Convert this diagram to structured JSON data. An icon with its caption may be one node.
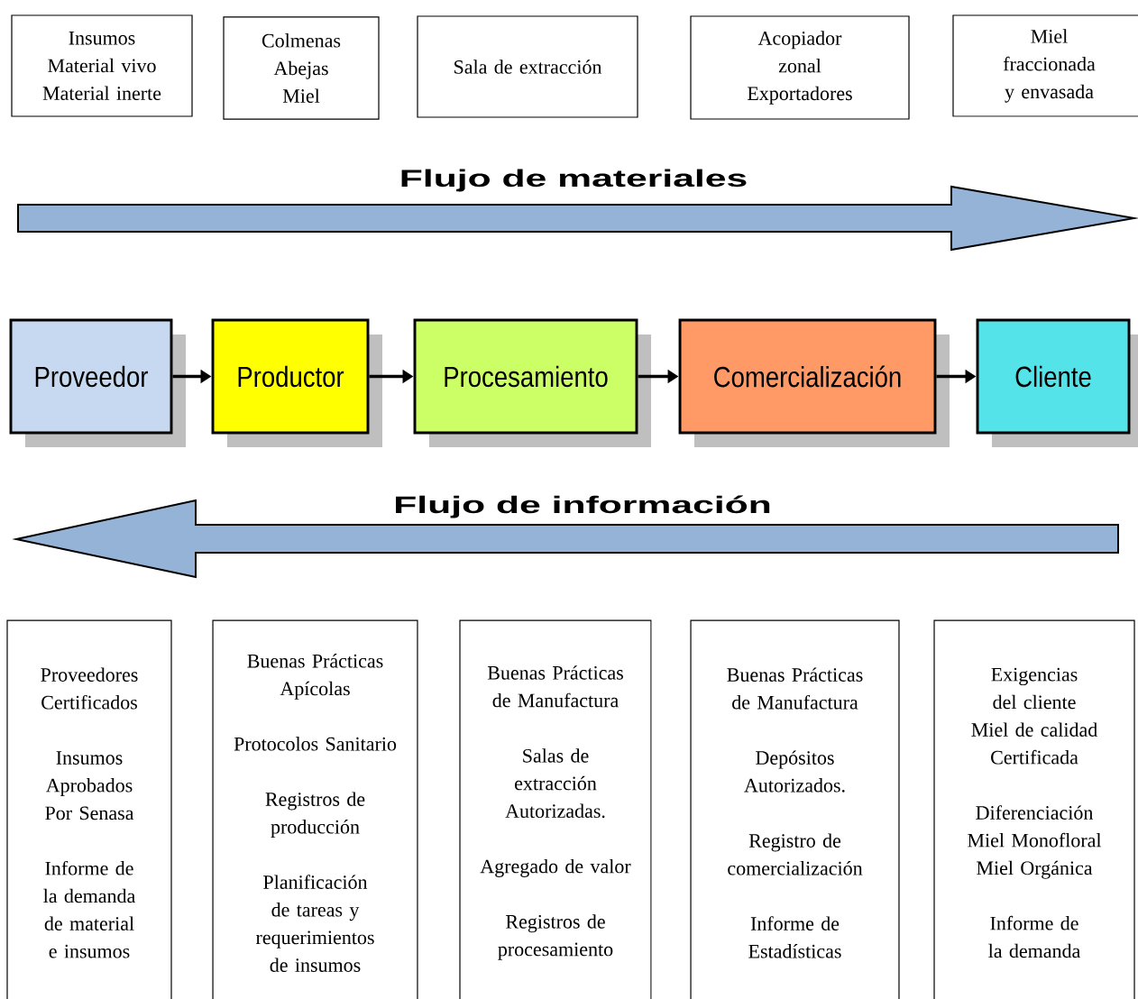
{
  "diagram": {
    "nodes": [
      {
        "text": [
          "Insumos",
          "Material vivo",
          "Material inerte"
        ]
      },
      {
        "text": [
          "Colmenas",
          "Abejas",
          "Miel"
        ]
      },
      {
        "text": [
          "Sala de extracción"
        ]
      },
      {
        "text": [
          "Acopiador zonal",
          "Exportadores"
        ]
      },
      {
        "text": [
          "Miel fraccionada y envasada"
        ]
      },
      {
        "text": [
          "Proveedor"
        ]
      },
      {
        "text": [
          "Productor"
        ]
      },
      {
        "text": [
          "Procesamiento"
        ]
      },
      {
        "text": [
          "Comercialización"
        ]
      },
      {
        "text": [
          "Cliente"
        ]
      },
      {
        "text": [
          "Proveedores Certificados",
          "Insumos Aprobados Por Senasa",
          "Informe de la demanda de material e insumos"
        ]
      },
      {
        "text": [
          "Buenas Prácticas Apícolas",
          "Protocolos Sanitario",
          "Registros de producción",
          "Planificación de tareas y requerimientos de insumos"
        ]
      },
      {
        "text": [
          "Buenas Prácticas de Manufactura",
          "Salas de extracción Autorizadas.",
          "Agregado de valor",
          "Registros de procesamiento"
        ]
      },
      {
        "text": [
          "Buenas Prácticas de Manufactura",
          "Depósitos Autorizados.",
          "Registro de comercialización",
          "Informe de Estadísticas"
        ]
      },
      {
        "text": [
          "Exigencias del cliente",
          "Miel de calidad Certificada",
          "Diferenciación",
          "Miel Monofloral",
          "Miel Orgánica",
          "Informe de la demanda"
        ]
      }
    ],
    "edges": [
      {
        "from": 5,
        "to": 6,
        "arrow": "to"
      },
      {
        "from": 6,
        "to": 7,
        "arrow": "to"
      },
      {
        "from": 7,
        "to": 8,
        "arrow": "to"
      },
      {
        "from": 8,
        "to": 9,
        "arrow": "to"
      }
    ],
    "labels": [
      "Flujo de materiales",
      "Flujo de información"
    ]
  }
}
